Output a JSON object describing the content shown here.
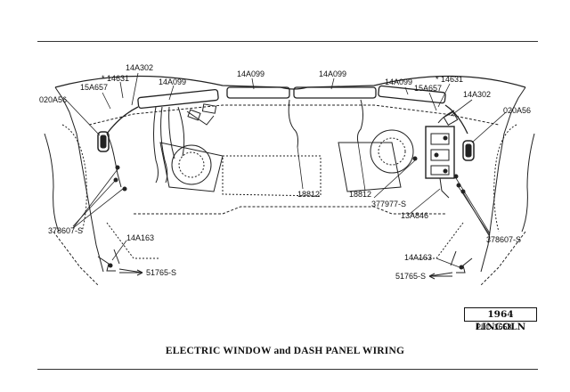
{
  "labels": {
    "p14A302_left": "14A302",
    "p14631_left": "* 14631",
    "p14A099_left": "14A099",
    "p14A099_center_left": "14A099",
    "p14A099_center_right": "14A099",
    "p14A099_right": "14A099",
    "p15A657_left": "15A657",
    "p020A56_left": "020A56",
    "p14631_right": "* 14631",
    "p15A657_right": "15A657",
    "p14A302_right": "14A302",
    "p020A56_right": "020A56",
    "p18812_left": "18812",
    "p18812_right": "18812",
    "p377977": "377977-S",
    "p13A846": "13A846",
    "p378607_left": "378607-S",
    "p378607_right": "378607-S",
    "p14A163_left": "14A163",
    "p51765_left": "51765-S",
    "p14A163_right": "14A163",
    "p51765_right": "51765-S"
  },
  "badge": "1964 LINCOLN",
  "plate": "PLC-1653",
  "caption": "ELECTRIC WINDOW and DASH PANEL WIRING"
}
